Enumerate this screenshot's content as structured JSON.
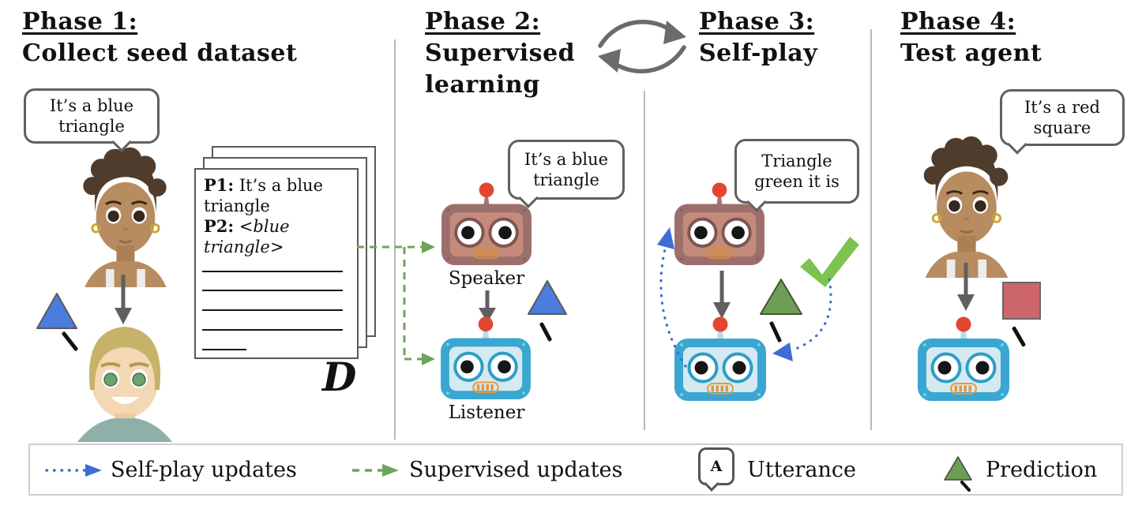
{
  "phases": [
    {
      "title": "Phase 1:",
      "subtitle": "Collect seed dataset",
      "bubble": "It’s a blue triangle"
    },
    {
      "title": "Phase 2:",
      "subtitle": "Supervised learning",
      "bubble": "It’s a blue triangle",
      "speaker_label": "Speaker",
      "listener_label": "Listener"
    },
    {
      "title": "Phase 3:",
      "subtitle": "Self-play",
      "bubble": "Triangle green it is"
    },
    {
      "title": "Phase 4:",
      "subtitle": "Test agent",
      "bubble": "It’s a red square"
    }
  ],
  "document": {
    "p1_label": "P1:",
    "p1_text": " It’s a blue triangle",
    "p2_label": "P2:",
    "p2_text": " <blue triangle>",
    "dataset_symbol": "D"
  },
  "legend": {
    "self_play": "Self-play updates",
    "supervised": "Supervised updates",
    "utterance": "Utterance",
    "utterance_letter": "A",
    "prediction": "Prediction"
  },
  "colors": {
    "blue_shape": "#4c7cdc",
    "green_shape": "#6d9e56",
    "red_shape": "#cd666c",
    "checkmark": "#7cc350",
    "self_play_arrow": "#3f6cd6",
    "supervised_arrow": "#6fa45c",
    "gray_arrow": "#5f5f5f",
    "speaker_robot": "#9c6f6d",
    "listener_robot": "#39a7d1"
  },
  "icons": [
    "cycle-arrows-icon",
    "down-arrow-icon",
    "speech-bubble",
    "robot-speaker",
    "robot-listener",
    "woman-avatar",
    "man-avatar",
    "blue-triangle-icon",
    "green-triangle-icon",
    "red-square-icon",
    "checkmark-icon",
    "slash-icon",
    "utterance-bubble-icon",
    "dotted-arrow-icon",
    "dashed-arrow-icon"
  ]
}
